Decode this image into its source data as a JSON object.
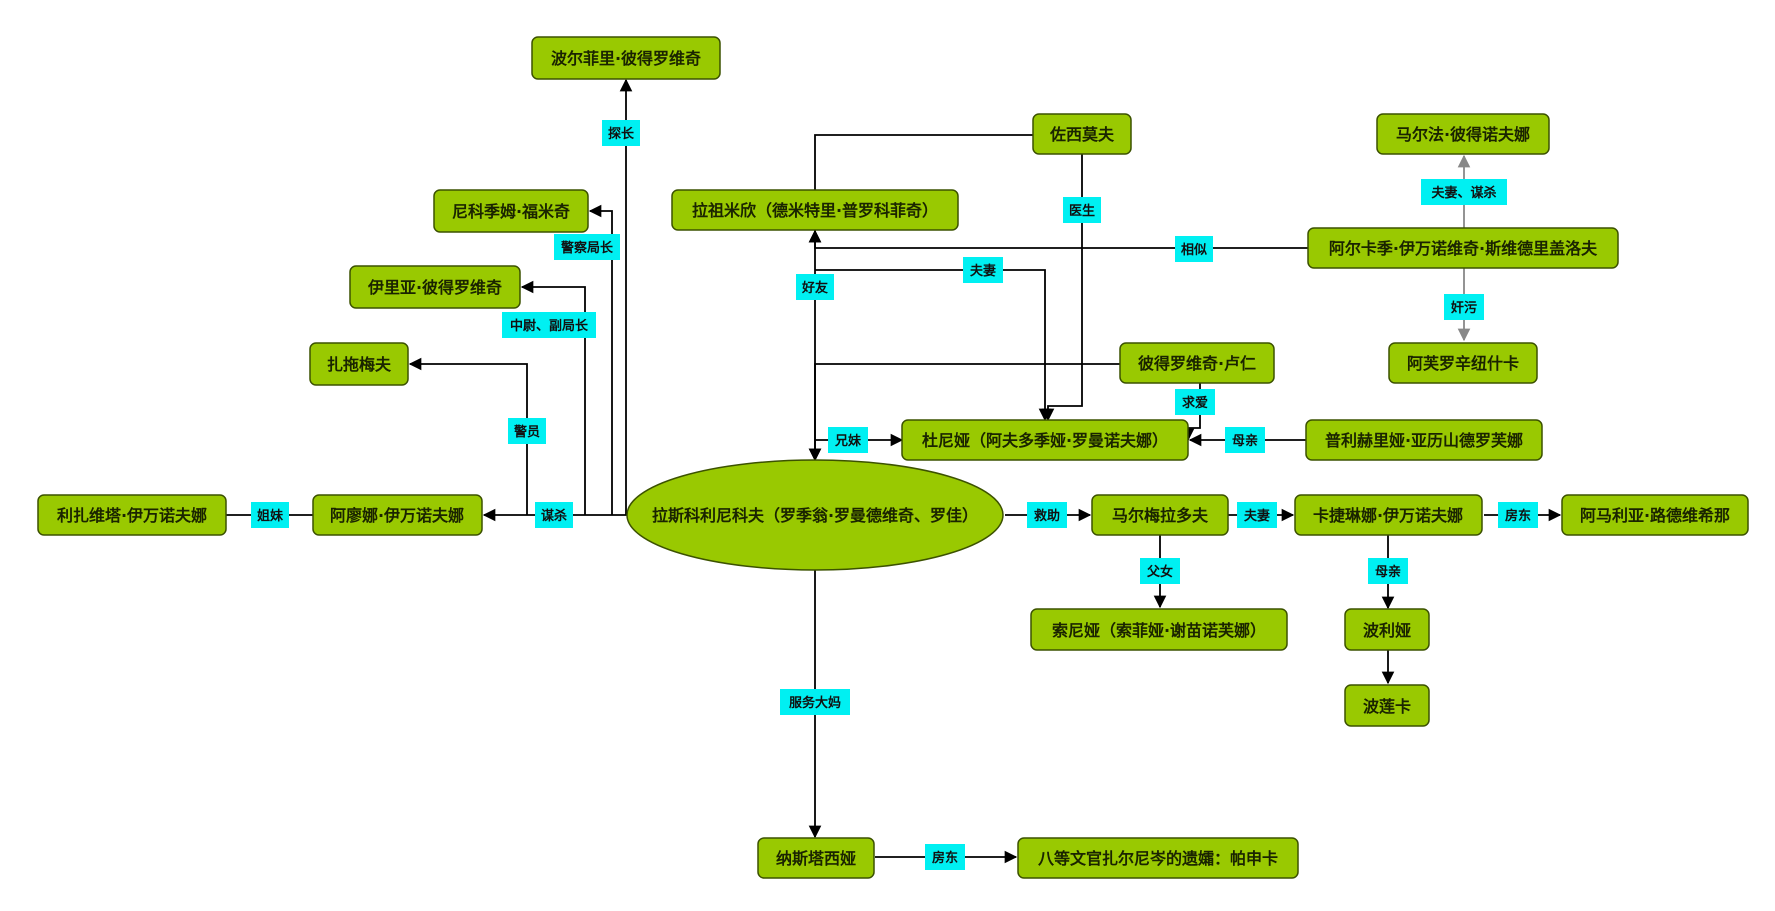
{
  "nodes": {
    "center": "拉斯科利尼科夫（罗季翁·罗曼德维奇、罗佳）",
    "porfiry": "波尔菲里·彼得罗维奇",
    "nikodim": "尼科季姆·福米奇",
    "ilya": "伊里亚·彼得罗维奇",
    "zamyotov": "扎拖梅夫",
    "lizaveta": "利扎维塔·伊万诺夫娜",
    "alyona": "阿廖娜·伊万诺夫娜",
    "razumikhin": "拉祖米欣（德米特里·普罗科菲奇）",
    "zosimov": "佐西莫夫",
    "luzhin": "彼得罗维奇·卢仁",
    "dunya": "杜尼娅（阿夫多季娅·罗曼诺夫娜）",
    "pulkheria": "普利赫里娅·亚历山德罗芙娜",
    "marfa": "马尔法·彼得诺夫娜",
    "svidrigailov": "阿尔卡季·伊万诺维奇·斯维德里盖洛夫",
    "resslich": "阿芙罗辛纽什卡",
    "marmeladov": "马尔梅拉多夫",
    "katerina": "卡捷琳娜·伊万诺夫娜",
    "amalia": "阿马利亚·路德维希那",
    "sonya": "索尼娅（索菲娅·谢苗诺芙娜）",
    "polya": "波利娅",
    "polenka": "波莲卡",
    "nastasya": "纳斯塔西娅",
    "pashenka": "八等文官扎尔尼岑的遗孀：帕申卡"
  },
  "labels": {
    "tanzhang": "探长",
    "jingchajuzhang": "警察局长",
    "zhongwei": "中尉、副局长",
    "jingyuan": "警员",
    "mousha": "谋杀",
    "jiemei": "姐妹",
    "haoyou": "好友",
    "fuqi_razu": "夫妻",
    "yisheng": "医生",
    "xiangsi": "相似",
    "qiuai": "求爱",
    "xiongmei": "兄妹",
    "muqin_dunya": "母亲",
    "fuqi_mousha": "夫妻、谋杀",
    "jianwu": "奸污",
    "jiuzhu": "救助",
    "fuqi_marm": "夫妻",
    "fangdong_amalia": "房东",
    "funv": "父女",
    "muqin_polya": "母亲",
    "fuwudama": "服务大妈",
    "fangdong_pashenka": "房东"
  }
}
